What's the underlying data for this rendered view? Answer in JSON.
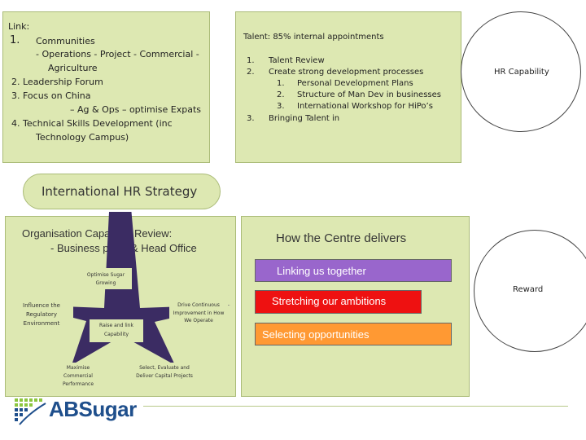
{
  "link_box": {
    "heading": "Link:",
    "item1_number": "1.",
    "item1_title": "Communities",
    "item1_line2": "- Operations - Project - Commercial -",
    "item1_line3": "Agriculture",
    "item2": "2. Leadership Forum",
    "item3": "3. Focus on China",
    "item3_sub": "– Ag & Ops – optimise Expats",
    "item4": "4. Technical Skills Development (inc",
    "item4_sub": "Technology Campus)"
  },
  "talent_box": {
    "heading": "Talent: 85% internal appointments",
    "item1_number": "1.",
    "item1": "Talent Review",
    "item2_number": "2.",
    "item2": "Create strong development processes",
    "sub1_number": "1.",
    "sub1": "Personal Development Plans",
    "sub2_number": "2.",
    "sub2": "Structure of Man Dev in businesses",
    "sub3_number": "3.",
    "sub3": "International Workshop for HiPo’s",
    "item3_number": "3.",
    "item3": "Bringing Talent in"
  },
  "hr_capability": "HR Capability",
  "strategy_title": "International HR Strategy",
  "org_box": {
    "title": "Organisation Capability Review:",
    "subtitle": "- Business plans & Head Office",
    "star_top": "Optimise Sugar Growing",
    "star_left": "Influence the Regulatory Environment",
    "star_right": "Drive Continuous Improvement in How We Operate",
    "star_center": "Raise and link Capability",
    "star_bottom_left": "Maximise Commercial Performance",
    "star_bottom_right": "Select, Evaluate and Deliver Capital Projects"
  },
  "centre_box": {
    "title": "How the Centre delivers",
    "bar1": "Linking us together",
    "bar2": "Stretching our ambitions",
    "bar3": "Selecting opportunities"
  },
  "reward": "Reward",
  "logo": {
    "text": "ABSugar"
  },
  "colors": {
    "box_fill": "#dde8b2",
    "bar_purple": "#9966cc",
    "bar_red": "#ee1111",
    "bar_orange": "#ff9933",
    "star": "#3b2c63",
    "logo_blue": "#1f4f8c",
    "logo_green": "#8cc63f"
  }
}
